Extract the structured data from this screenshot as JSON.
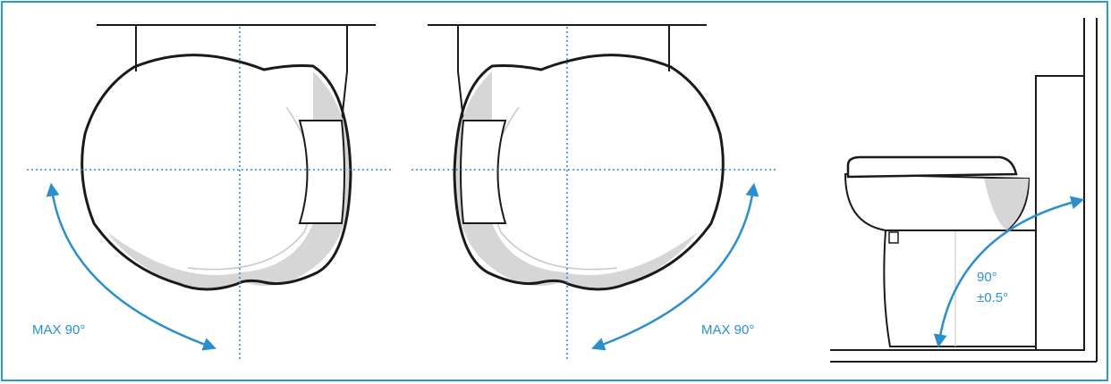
{
  "colors": {
    "accent": "#2b8fcb",
    "frame": "#2b9ad4",
    "outline": "#1a1a1a",
    "shade": "#cfcfcf"
  },
  "labels": {
    "left_max": "MAX 90°",
    "right_max": "MAX 90°",
    "side_angle": "90°",
    "side_tolerance": "±0.5°"
  },
  "icons": {
    "arrow": "double-headed-arc-arrow-icon"
  }
}
